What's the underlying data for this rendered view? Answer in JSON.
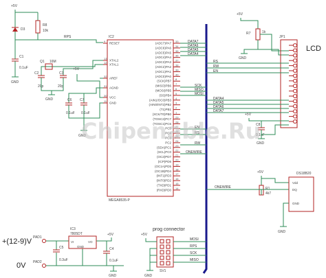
{
  "components": {
    "ic2": {
      "ref": "IC2",
      "value": "MEGA8535-P"
    },
    "ic3": {
      "ref": "IC3",
      "value": "7805DT",
      "pin_vi": "VI",
      "pin_vo": "VO",
      "pin_gnd": "GND"
    },
    "r7": {
      "ref": "R7",
      "value": "1k"
    },
    "r8": {
      "ref": "R8",
      "value": "10k"
    },
    "r1": {
      "ref": "R1",
      "value": "4k7"
    },
    "d3": {
      "ref": "D3"
    },
    "c1": {
      "ref": "C1",
      "value": "0.1uF"
    },
    "c2": {
      "ref": "C2",
      "value": "20p"
    },
    "c3": {
      "ref": "C3",
      "value": "20p"
    },
    "c6": {
      "ref": "C6",
      "value": "0.1uF"
    },
    "c7": {
      "ref": "C7",
      "value": "0.1uF"
    },
    "c8": {
      "ref": "C8",
      "value": "0.1uF"
    },
    "c5": {
      "ref": "C5",
      "value": "0.3uF"
    },
    "c4": {
      "ref": "C4",
      "value": "0.1uF"
    },
    "q1": {
      "ref": "Q1",
      "value": "16M"
    },
    "lcd": {
      "ref": "JP1",
      "label": "LCD"
    },
    "ds": {
      "label": "DS18B20",
      "pin_vdd": "Vdd",
      "pin_dq": "DQ",
      "pin_gnd": "GND"
    },
    "pad1": {
      "ref": "PAD1"
    },
    "pad2": {
      "ref": "PAD2"
    },
    "sv1": {
      "ref": "SV1",
      "label": "prog connector"
    }
  },
  "ic2_pins_left": [
    {
      "num": "9",
      "name": "RESET"
    },
    {
      "num": "13",
      "name": "XTAL2"
    },
    {
      "num": "12",
      "name": "XTAL1"
    },
    {
      "num": "32",
      "name": "AREF"
    },
    {
      "num": "31",
      "name": "AGND"
    },
    {
      "num": "30",
      "name": "VCC"
    },
    {
      "num": "11",
      "name": "GND"
    }
  ],
  "ic2_pins_right": [
    {
      "num": "33",
      "name": "(ADC7)PA7"
    },
    {
      "num": "34",
      "name": "(ADC6)PA6"
    },
    {
      "num": "35",
      "name": "(ADC5)PA5"
    },
    {
      "num": "36",
      "name": "(ADC4)PA4"
    },
    {
      "num": "37",
      "name": "(ADC3)PA3"
    },
    {
      "num": "38",
      "name": "(ADC2)PA2"
    },
    {
      "num": "39",
      "name": "(ADC1)PA1"
    },
    {
      "num": "40",
      "name": "(ADC0)PA0"
    },
    {
      "num": "8",
      "name": "(SCK)PB7"
    },
    {
      "num": "7",
      "name": "(MISO)PB6"
    },
    {
      "num": "6",
      "name": "(MOSI)PB5"
    },
    {
      "num": "5",
      "name": "(SS)PB4"
    },
    {
      "num": "4",
      "name": "(AIN1/OC0)PB3"
    },
    {
      "num": "3",
      "name": "(AIN0/INT2)PB2"
    },
    {
      "num": "2",
      "name": "(T1)PB1"
    },
    {
      "num": "1",
      "name": "(XCK/T0)PB0"
    },
    {
      "num": "29",
      "name": "(TOSC2)PC7"
    },
    {
      "num": "28",
      "name": "(TOSC1)PC6"
    },
    {
      "num": "27",
      "name": "PC5"
    },
    {
      "num": "26",
      "name": "PC4"
    },
    {
      "num": "25",
      "name": "PC3"
    },
    {
      "num": "24",
      "name": "PC2"
    },
    {
      "num": "23",
      "name": "(SDA)PC1"
    },
    {
      "num": "22",
      "name": "(SCL)PC0"
    },
    {
      "num": "21",
      "name": "(OC2)PD7"
    },
    {
      "num": "20",
      "name": "(ICP)PD6"
    },
    {
      "num": "19",
      "name": "(OC1A)PD5"
    },
    {
      "num": "18",
      "name": "(OC1B)PD4"
    },
    {
      "num": "17",
      "name": "(INT1)PD3"
    },
    {
      "num": "16",
      "name": "(INT0)PD2"
    },
    {
      "num": "15",
      "name": "(TXD)PD1"
    },
    {
      "num": "14",
      "name": "(RXD)PD0"
    }
  ],
  "nets": {
    "data7": "DATA7",
    "data6": "DATA6",
    "data5": "DATA5",
    "data4": "DATA4",
    "sck": "SCK",
    "miso": "MISO",
    "mosi": "MOSI",
    "en": "EN",
    "rs": "RS",
    "rw": "RW",
    "onewire": "ONEWIRE",
    "rps": "RPS"
  },
  "power": {
    "vcc": "+5V",
    "gnd": "GND",
    "input_label": "+(12-9)V",
    "zero_label": "0V"
  },
  "watermark": "Chipenable.Ru",
  "colors": {
    "wire": "#2e8b57",
    "bus": "#1a1a8c",
    "part": "#b22222"
  }
}
